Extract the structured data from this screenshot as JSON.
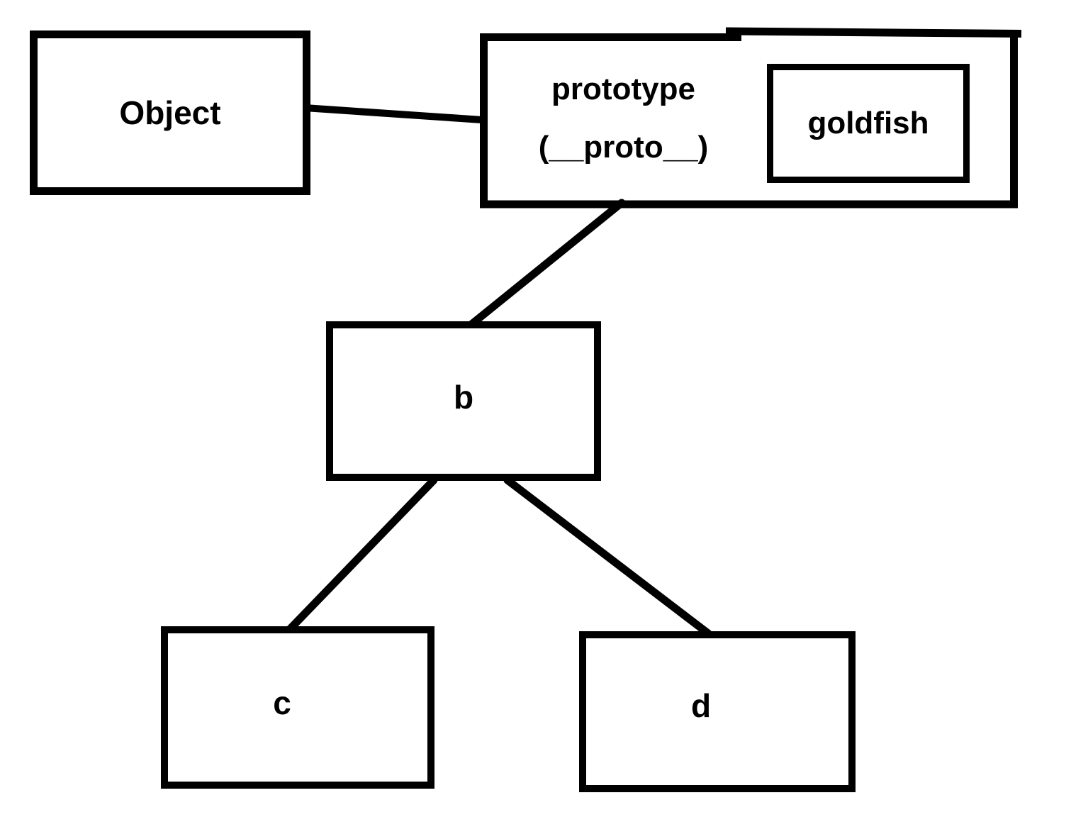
{
  "diagram": {
    "background_color": "#ffffff",
    "stroke_color": "#000000",
    "nodes": {
      "object": {
        "label": "Object"
      },
      "prototype": {
        "label_line1": "prototype",
        "label_line2": "(__proto__)"
      },
      "goldfish": {
        "label": "goldfish"
      },
      "b": {
        "label": "b"
      },
      "c": {
        "label": "c"
      },
      "d": {
        "label": "d"
      }
    },
    "edges": [
      {
        "from": "Object",
        "to": "prototype (__proto__)"
      },
      {
        "from": "prototype (__proto__)",
        "to": "b"
      },
      {
        "from": "b",
        "to": "c"
      },
      {
        "from": "b",
        "to": "d"
      }
    ]
  }
}
